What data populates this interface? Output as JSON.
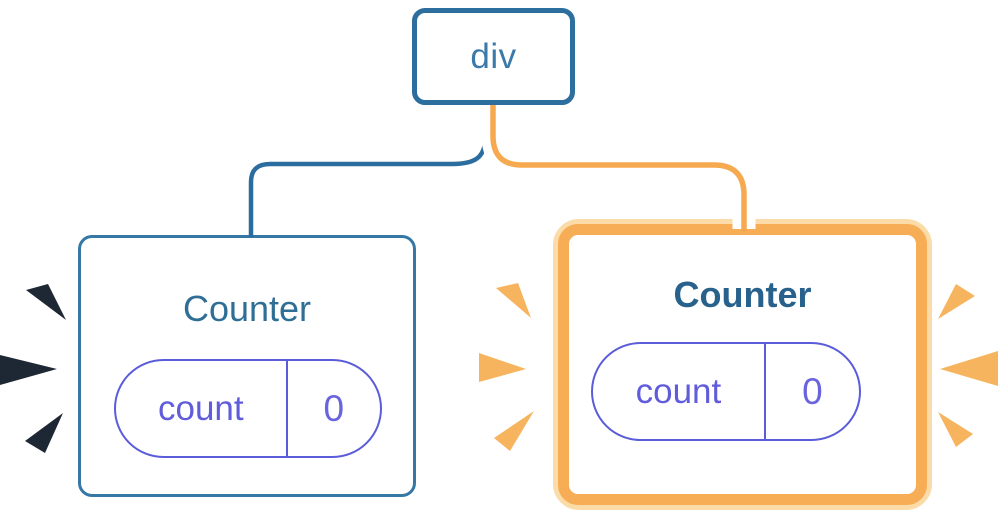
{
  "tree": {
    "root": {
      "label": "div"
    },
    "left_counter": {
      "title": "Counter",
      "state_key": "count",
      "state_value": "0",
      "highlighted": false
    },
    "right_counter": {
      "title": "Counter",
      "state_key": "count",
      "state_value": "0",
      "highlighted": true
    }
  },
  "colors": {
    "blue_edge": "#2B6D9E",
    "blue_border": "#2C6E9D",
    "blue_text": "#2F6E95",
    "blue_text_bold": "#27618C",
    "indigo_pill": "#5A5CD9",
    "orange_accent": "#F6AD55",
    "orange_edge": "#F6A94F",
    "orange_ring_light": "#FBDCA9",
    "orange_ray": "#F7B45E",
    "dark_ray": "#1E2834",
    "card_background": "#FFFFFF"
  }
}
